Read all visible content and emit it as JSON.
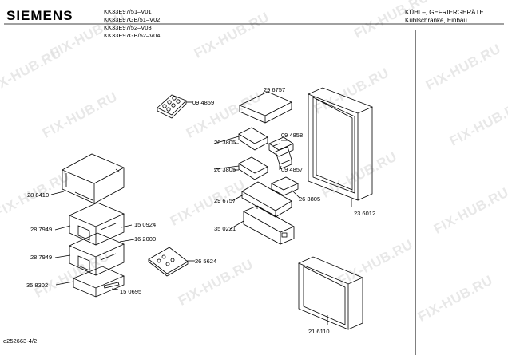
{
  "header": {
    "brand": "SIEMENS",
    "models": [
      "KK33E97/51–V01",
      "KK33E97GB/51–V02",
      "KK33E97/52–V03",
      "KK33E97GB/52–V04"
    ],
    "category_line1": "KÜHL–, GEFRIERGERÄTE",
    "category_line2": "Kühlschränke, Einbau"
  },
  "watermark": "FIX-HUB.RU",
  "footer": {
    "doc_id": "e252663-4/2"
  },
  "parts": [
    {
      "id": "p1",
      "number": "09 4859"
    },
    {
      "id": "p2",
      "number": "29 6757"
    },
    {
      "id": "p3",
      "number": "09 4858"
    },
    {
      "id": "p4",
      "number": "26 3805"
    },
    {
      "id": "p5",
      "number": "26 3805"
    },
    {
      "id": "p6",
      "number": "09 4857"
    },
    {
      "id": "p7",
      "number": "29 6757"
    },
    {
      "id": "p8",
      "number": "26 3805"
    },
    {
      "id": "p9",
      "number": "35 0221"
    },
    {
      "id": "p10",
      "number": "23 6012"
    },
    {
      "id": "p11",
      "number": "28 8410"
    },
    {
      "id": "p12",
      "number": "28 7949"
    },
    {
      "id": "p13",
      "number": "15 0924"
    },
    {
      "id": "p14",
      "number": "16 2000"
    },
    {
      "id": "p15",
      "number": "28 7949"
    },
    {
      "id": "p16",
      "number": "26 5624"
    },
    {
      "id": "p17",
      "number": "35 8302"
    },
    {
      "id": "p18",
      "number": "15 0695"
    },
    {
      "id": "p19",
      "number": "21 6110"
    }
  ]
}
